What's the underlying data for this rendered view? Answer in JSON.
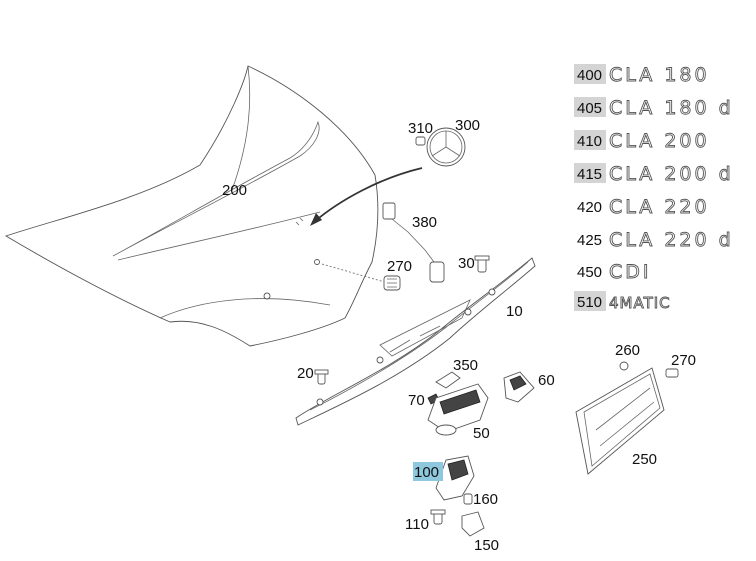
{
  "diagram": {
    "callouts": {
      "p200": "200",
      "p310": "310",
      "p300": "300",
      "p380": "380",
      "p270a": "270",
      "p30": "30",
      "p10": "10",
      "p20": "20",
      "p350": "350",
      "p70": "70",
      "p60": "60",
      "p50": "50",
      "p100": "100",
      "p160": "160",
      "p110": "110",
      "p150": "150",
      "p260": "260",
      "p270b": "270",
      "p250": "250"
    },
    "emblems": [
      {
        "code": "400",
        "badge": "CLA 180",
        "highlighted": true
      },
      {
        "code": "405",
        "badge": "CLA 180 d",
        "highlighted": true
      },
      {
        "code": "410",
        "badge": "CLA 200",
        "highlighted": true
      },
      {
        "code": "415",
        "badge": "CLA 200 d",
        "highlighted": true
      },
      {
        "code": "420",
        "badge": "CLA 220",
        "highlighted": false
      },
      {
        "code": "425",
        "badge": "CLA 220 d",
        "highlighted": false
      },
      {
        "code": "450",
        "badge": "CDI",
        "highlighted": false
      },
      {
        "code": "510",
        "badge": "4MATIC",
        "highlighted": true
      }
    ],
    "colors": {
      "grey_highlight": "#d4d4d4",
      "blue_highlight": "#8ec8de",
      "line": "#555555"
    }
  }
}
